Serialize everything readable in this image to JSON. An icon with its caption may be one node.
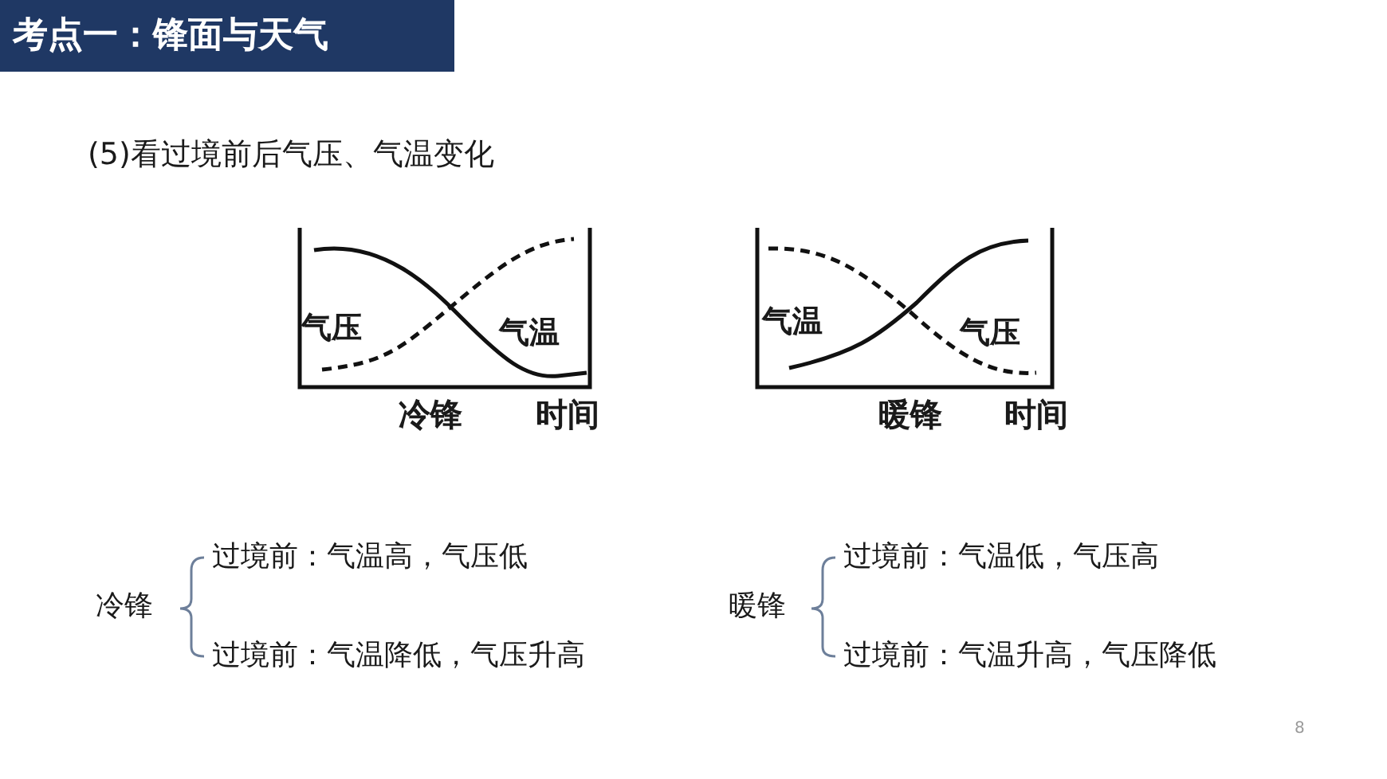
{
  "diagram": {
    "title": "考点一：锋面与天气",
    "labels": [
      "(5)看过境前后气压、气温变化",
      "气压",
      "气温",
      "冷锋",
      "时间",
      "气温",
      "气压",
      "暖锋",
      "时间",
      "冷锋",
      "过境前：气温高，气压低",
      "过境前：气温降低，气压升高",
      "暖锋",
      "过境前：气温低，气压高",
      "过境前：气温升高，气压降低",
      "8"
    ]
  }
}
